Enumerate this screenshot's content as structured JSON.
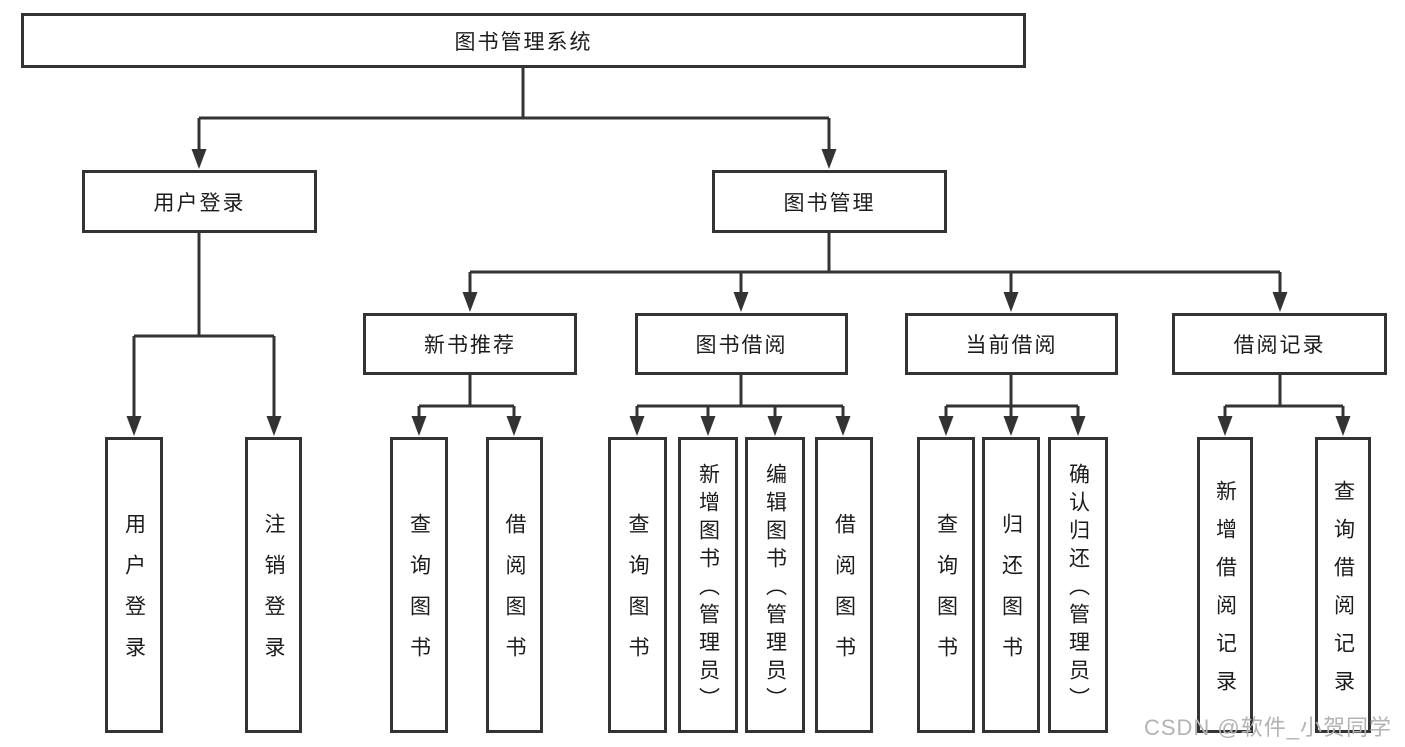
{
  "tree": {
    "label": "图书管理系统",
    "children": [
      {
        "label": "用户登录",
        "children": [
          {
            "label": "用户登录"
          },
          {
            "label": "注销登录"
          }
        ]
      },
      {
        "label": "图书管理",
        "children": [
          {
            "label": "新书推荐",
            "children": [
              {
                "label": "查询图书"
              },
              {
                "label": "借阅图书"
              }
            ]
          },
          {
            "label": "图书借阅",
            "children": [
              {
                "label": "查询图书"
              },
              {
                "label": "新增图书（管理员）"
              },
              {
                "label": "编辑图书（管理员）"
              },
              {
                "label": "借阅图书"
              }
            ]
          },
          {
            "label": "当前借阅",
            "children": [
              {
                "label": "查询图书"
              },
              {
                "label": "归还图书"
              },
              {
                "label": "确认归还（管理员）"
              }
            ]
          },
          {
            "label": "借阅记录",
            "children": [
              {
                "label": "新增借阅记录"
              },
              {
                "label": "查询借阅记录"
              }
            ]
          }
        ]
      }
    ]
  },
  "watermark": {
    "text": "CSDN @软件_小贺同学"
  },
  "colors": {
    "line": "#333333",
    "text": "#1c1c1c",
    "background": "#ffffff",
    "watermark": "#b3b3b3"
  }
}
